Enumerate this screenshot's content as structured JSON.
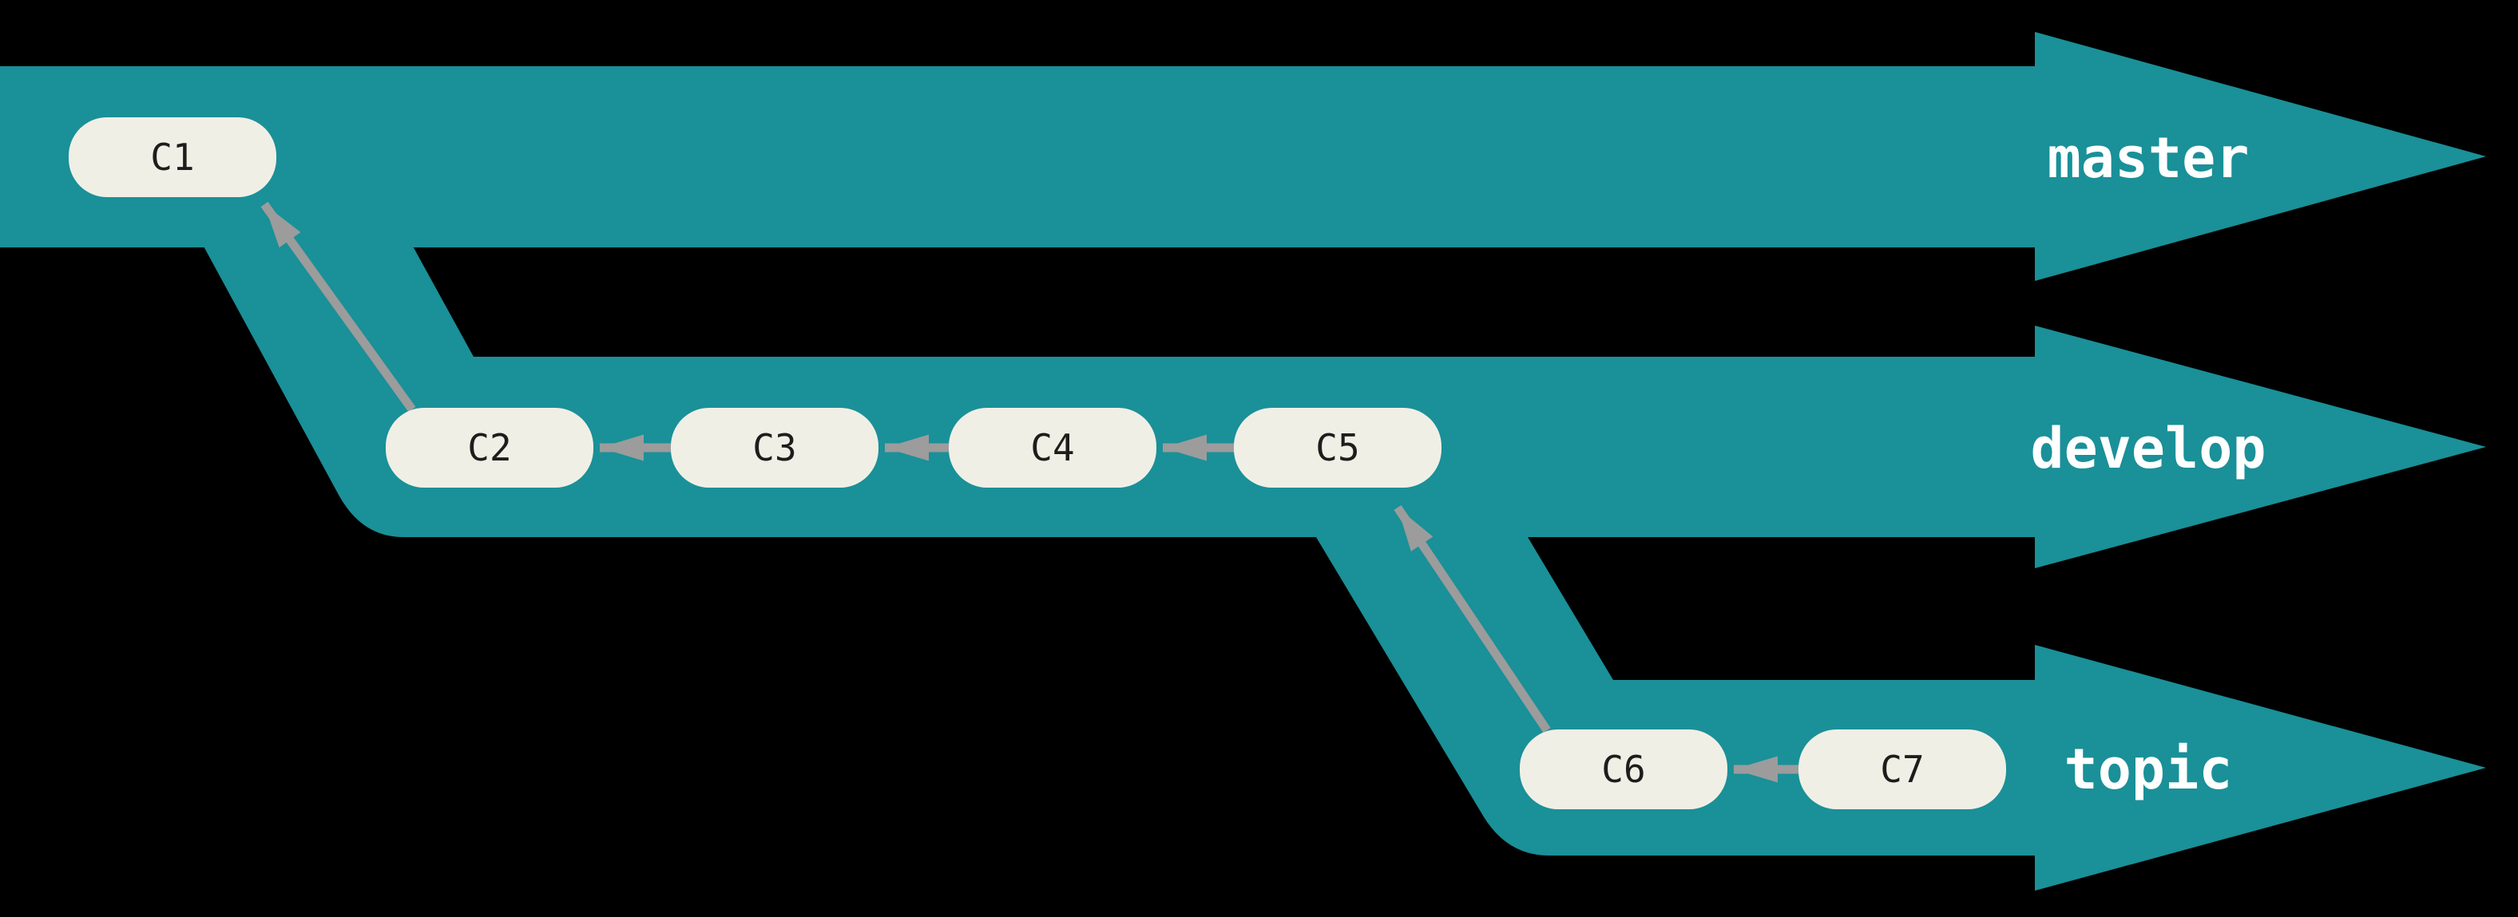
{
  "diagram": {
    "type": "git-branch-workflow",
    "branches": [
      {
        "name": "master"
      },
      {
        "name": "develop"
      },
      {
        "name": "topic"
      }
    ],
    "commits": [
      {
        "id": "C1",
        "branch": "master"
      },
      {
        "id": "C2",
        "branch": "develop"
      },
      {
        "id": "C3",
        "branch": "develop"
      },
      {
        "id": "C4",
        "branch": "develop"
      },
      {
        "id": "C5",
        "branch": "develop"
      },
      {
        "id": "C6",
        "branch": "topic"
      },
      {
        "id": "C7",
        "branch": "topic"
      }
    ],
    "parent_links": [
      {
        "from": "C2",
        "to": "C1"
      },
      {
        "from": "C3",
        "to": "C2"
      },
      {
        "from": "C4",
        "to": "C3"
      },
      {
        "from": "C5",
        "to": "C4"
      },
      {
        "from": "C6",
        "to": "C5"
      },
      {
        "from": "C7",
        "to": "C6"
      }
    ]
  },
  "colors": {
    "background": "#000000",
    "branch": "#1a9098",
    "commit_fill": "#f0efe6",
    "commit_text": "#1d1d1b",
    "arrow": "#9c9c9c",
    "label_text": "#ffffff"
  }
}
